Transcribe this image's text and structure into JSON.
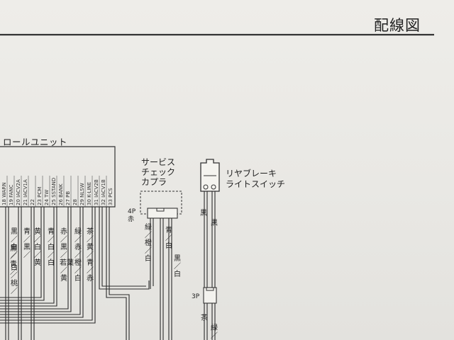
{
  "title": "配線図",
  "control_unit_label": "ロールユニット",
  "pins": [
    {
      "num": "18",
      "sig": "WARN"
    },
    {
      "num": "19",
      "sig": "FANC"
    },
    {
      "num": "20",
      "sig": "IACV2A"
    },
    {
      "num": "21",
      "sig": "IACV1A"
    },
    {
      "num": "22",
      "sig": ""
    },
    {
      "num": "23",
      "sig": "PCM"
    },
    {
      "num": "24",
      "sig": "TW"
    },
    {
      "num": "25",
      "sig": "SSTAND"
    },
    {
      "num": "26",
      "sig": "BANK"
    },
    {
      "num": "27",
      "sig": "PB"
    },
    {
      "num": "28",
      "sig": ""
    },
    {
      "num": "29",
      "sig": "NLSW"
    },
    {
      "num": "30",
      "sig": "K-LINE"
    },
    {
      "num": "31",
      "sig": "IACV2B"
    },
    {
      "num": "32",
      "sig": "IACV1B"
    },
    {
      "num": "33",
      "sig": "PCS"
    }
  ],
  "wire_labels": [
    {
      "id": "w1",
      "text": "黒\n／\n白\n／"
    },
    {
      "id": "w2",
      "text": "黒\n／\n青\n／"
    },
    {
      "id": "w3",
      "text": "白\n／\n桃\n／"
    },
    {
      "id": "w4",
      "text": "青\n／\n黒\n／"
    },
    {
      "id": "w5",
      "text": "黄\n／\n白\n／\n黄"
    },
    {
      "id": "w6",
      "text": "青\n／\n白\n／\n白"
    },
    {
      "id": "w7",
      "text": "赤\n／\n黒\n／\n若葉\n／\n黄"
    },
    {
      "id": "w8",
      "text": "緑\n／\n赤\n／\n橙\n／\n白"
    },
    {
      "id": "w9",
      "text": "茶\n／\n黄\n／\n青\n／\n赤"
    }
  ],
  "service_coupler": {
    "label": "サービス\nチェック\nカプラ",
    "pin_label": "4P\n赤",
    "wire_left": "緑\n／\n橙\n／\n白",
    "wire_mid": "青\n／\n白",
    "wire_right": "黒\n／\n白"
  },
  "rear_brake_switch": {
    "label": "リヤブレーキ\nライトスイッチ",
    "wire_left": "黒",
    "wire_right": "黒"
  },
  "connector_3p": {
    "label": "3P",
    "wire_left": "茶",
    "wire_right": "緑\n／"
  }
}
